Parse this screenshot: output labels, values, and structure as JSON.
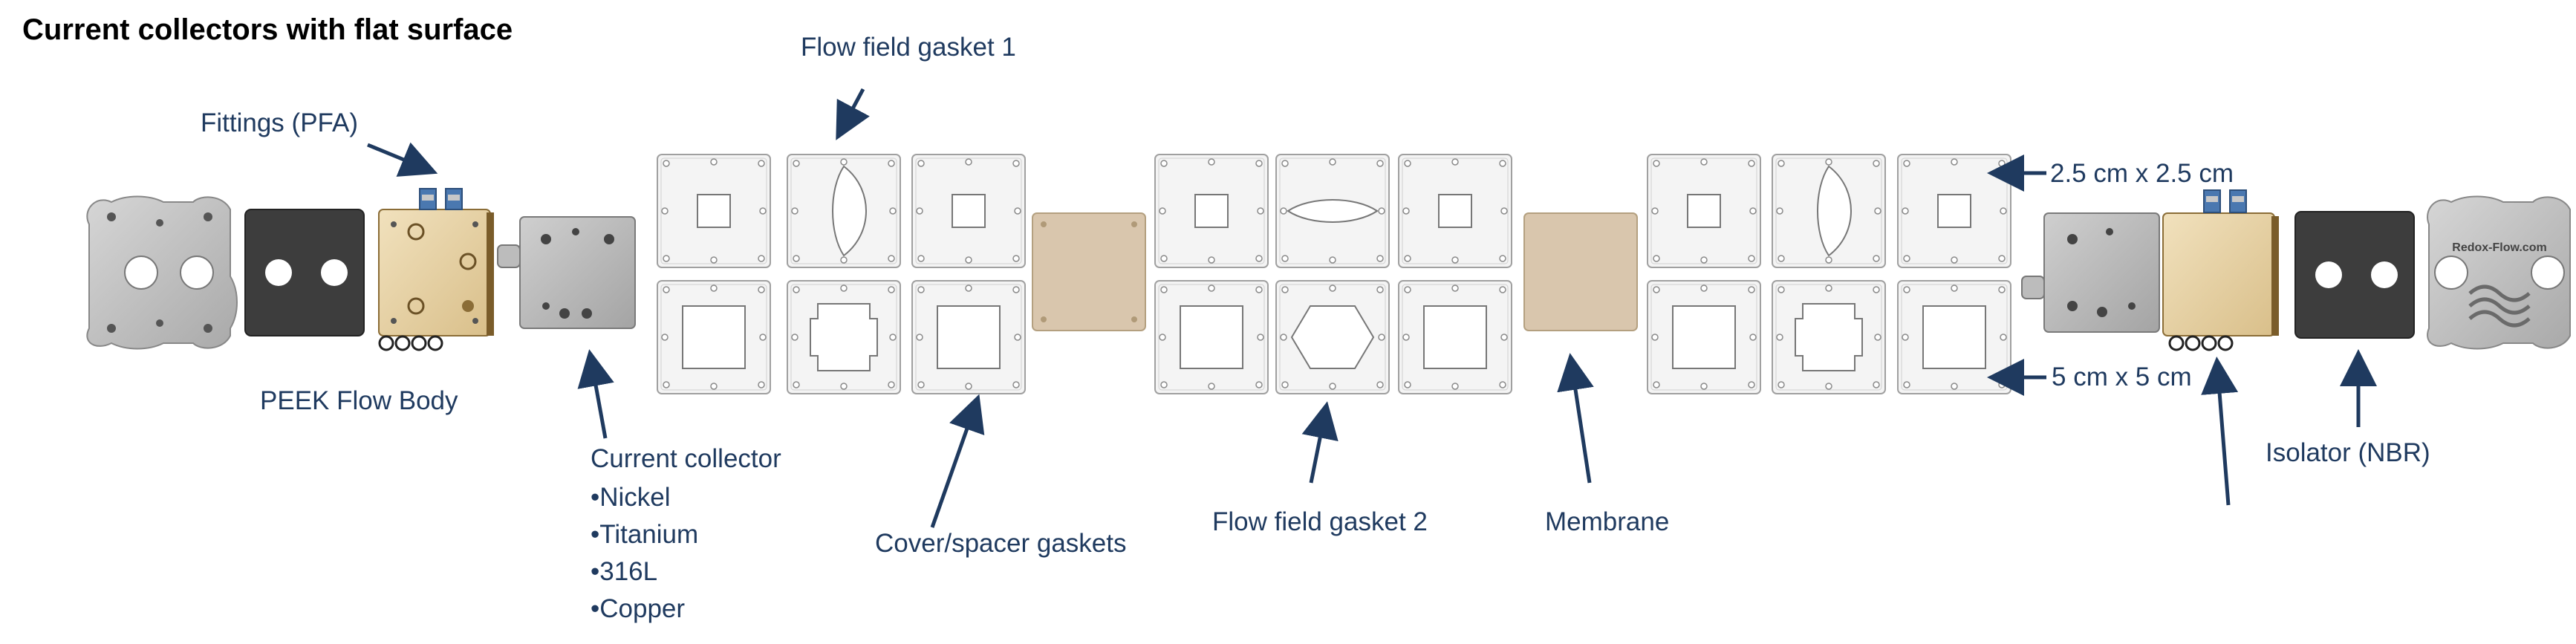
{
  "title": "Current collectors with flat surface",
  "labels": {
    "fittings": "Fittings (PFA)",
    "flow_field_gasket_1": "Flow field gasket 1",
    "peek_flow_body": "PEEK Flow Body",
    "current_collector": "Current collector",
    "cover_spacer_gaskets": "Cover/spacer gaskets",
    "flow_field_gasket_2": "Flow field gasket 2",
    "membrane": "Membrane",
    "isolator": "Isolator (NBR)",
    "size_small": "2.5 cm x 2.5 cm",
    "size_large": "5 cm x 5 cm",
    "watermark": "Redox-Flow.com"
  },
  "current_collector_materials": [
    "•Nickel",
    "•Titanium",
    "•316L",
    "•Copper"
  ],
  "colors": {
    "label_text": "#1f3a5f",
    "arrow": "#1f3a5f",
    "end_plate": "#c8c8c8",
    "isolator": "#3d3d3d",
    "flow_body": "#e8d4a8",
    "fitting_cap": "#4a78b0",
    "membrane": "#d9c6ad",
    "gasket": "#f2f2f2",
    "gasket_edge": "#9a9a9a"
  }
}
